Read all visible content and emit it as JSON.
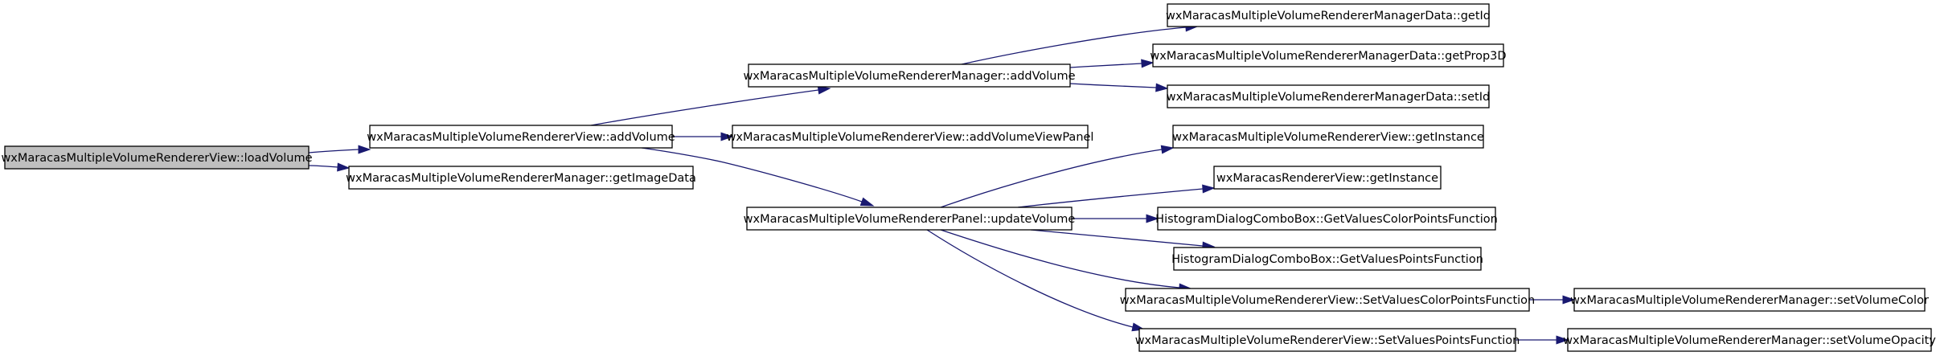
{
  "diagram": {
    "type": "call-graph",
    "colors": {
      "edge": "#191970",
      "node_border": "#000000",
      "node_fill": "#ffffff",
      "highlight_fill": "#bfbfbf"
    },
    "nodes": [
      {
        "id": "n0",
        "label": "wxMaracasMultipleVolumeRendererView::loadVolume",
        "highlighted": true
      },
      {
        "id": "n1",
        "label": "wxMaracasMultipleVolumeRendererView::addVolume"
      },
      {
        "id": "n2",
        "label": "wxMaracasMultipleVolumeRendererManager::getImageData"
      },
      {
        "id": "n3",
        "label": "wxMaracasMultipleVolumeRendererManager::addVolume"
      },
      {
        "id": "n4",
        "label": "wxMaracasMultipleVolumeRendererView::addVolumeViewPanel"
      },
      {
        "id": "n5",
        "label": "wxMaracasMultipleVolumeRendererPanel::updateVolume"
      },
      {
        "id": "n6",
        "label": "wxMaracasMultipleVolumeRendererManagerData::getId"
      },
      {
        "id": "n7",
        "label": "wxMaracasMultipleVolumeRendererManagerData::getProp3D"
      },
      {
        "id": "n8",
        "label": "wxMaracasMultipleVolumeRendererManagerData::setId"
      },
      {
        "id": "n9",
        "label": "wxMaracasMultipleVolumeRendererView::getInstance"
      },
      {
        "id": "n10",
        "label": "wxMaracasRendererView::getInstance"
      },
      {
        "id": "n11",
        "label": "HistogramDialogComboBox::GetValuesColorPointsFunction"
      },
      {
        "id": "n12",
        "label": "HistogramDialogComboBox::GetValuesPointsFunction"
      },
      {
        "id": "n13",
        "label": "wxMaracasMultipleVolumeRendererView::SetValuesColorPointsFunction"
      },
      {
        "id": "n14",
        "label": "wxMaracasMultipleVolumeRendererView::SetValuesPointsFunction"
      },
      {
        "id": "n15",
        "label": "wxMaracasMultipleVolumeRendererManager::setVolumeColor"
      },
      {
        "id": "n16",
        "label": "wxMaracasMultipleVolumeRendererManager::setVolumeOpacity"
      }
    ],
    "edges": [
      {
        "from": "n0",
        "to": "n1"
      },
      {
        "from": "n0",
        "to": "n2"
      },
      {
        "from": "n1",
        "to": "n3"
      },
      {
        "from": "n1",
        "to": "n4"
      },
      {
        "from": "n1",
        "to": "n5"
      },
      {
        "from": "n3",
        "to": "n6"
      },
      {
        "from": "n3",
        "to": "n7"
      },
      {
        "from": "n3",
        "to": "n8"
      },
      {
        "from": "n5",
        "to": "n9"
      },
      {
        "from": "n5",
        "to": "n10"
      },
      {
        "from": "n5",
        "to": "n11"
      },
      {
        "from": "n5",
        "to": "n12"
      },
      {
        "from": "n5",
        "to": "n13"
      },
      {
        "from": "n5",
        "to": "n14"
      },
      {
        "from": "n13",
        "to": "n15"
      },
      {
        "from": "n14",
        "to": "n16"
      }
    ]
  }
}
